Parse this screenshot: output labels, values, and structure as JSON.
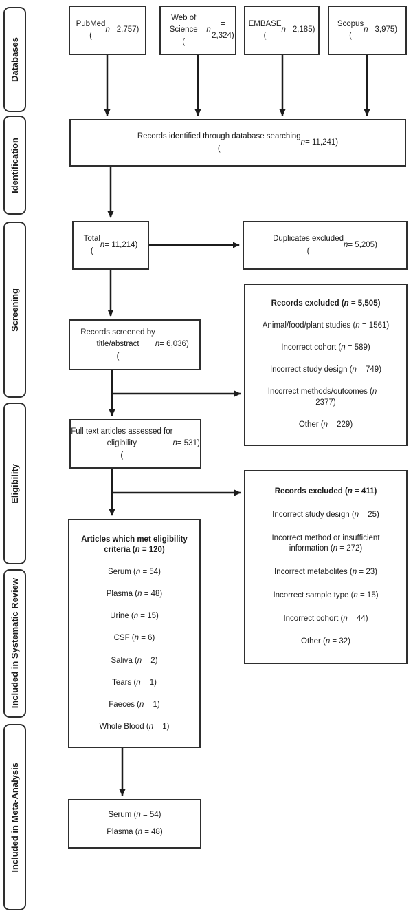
{
  "sidebar": {
    "sections": [
      {
        "label": "Databases"
      },
      {
        "label": "Identification"
      },
      {
        "label": "Screening"
      },
      {
        "label": "Eligibility"
      },
      {
        "label": "Included in Systematic Review"
      },
      {
        "label": "Included in Meta-Analysis"
      }
    ]
  },
  "flow": {
    "databases": [
      {
        "text": "PubMed\n(n = 2,757)"
      },
      {
        "text": "Web of Science\n(n = 2,324)"
      },
      {
        "text": "EMBASE\n(n = 2,185)"
      },
      {
        "text": "Scopus\n(n = 3,975)"
      }
    ],
    "identified": {
      "text": "Records identified through database searching\n(n = 11,241)"
    },
    "total": {
      "text": "Total\n(n = 11,214)"
    },
    "duplicates": {
      "text": "Duplicates excluded\n(n = 5,205)"
    },
    "screened": {
      "text": "Records screened by\ntitle/abstract\n(n = 6,036)"
    },
    "excluded_screening": {
      "title": "Records excluded (n = 5,505)",
      "items": [
        "Animal/food/plant studies (n = 1561)",
        "Incorrect cohort (n = 589)",
        "Incorrect study design (n = 749)",
        "Incorrect methods/outcomes (n = 2377)",
        "Other (n = 229)"
      ]
    },
    "fulltext": {
      "text": "Full text articles assessed for\neligibility\n(n = 531)"
    },
    "excluded_eligibility": {
      "title": "Records excluded (n = 411)",
      "items": [
        "Incorrect study design (n = 25)",
        "Incorrect method or insufficient information (n = 272)",
        "Incorrect metabolites (n = 23)",
        "Incorrect sample type (n = 15)",
        "Incorrect cohort (n = 44)",
        "Other (n = 32)"
      ]
    },
    "eligible": {
      "title": "Articles which met eligibility\ncriteria (n = 120)",
      "items": [
        "Serum (n = 54)",
        "Plasma (n = 48)",
        "Urine (n = 15)",
        "CSF (n = 6)",
        "Saliva (n = 2)",
        "Tears (n = 1)",
        "Faeces (n = 1)",
        "Whole Blood (n = 1)"
      ]
    },
    "meta": {
      "items": [
        "Serum (n = 54)",
        "Plasma (n = 48)"
      ]
    }
  },
  "colors": {
    "border": "#2e2e2e",
    "text": "#1c1c1c",
    "background": "#ffffff"
  }
}
